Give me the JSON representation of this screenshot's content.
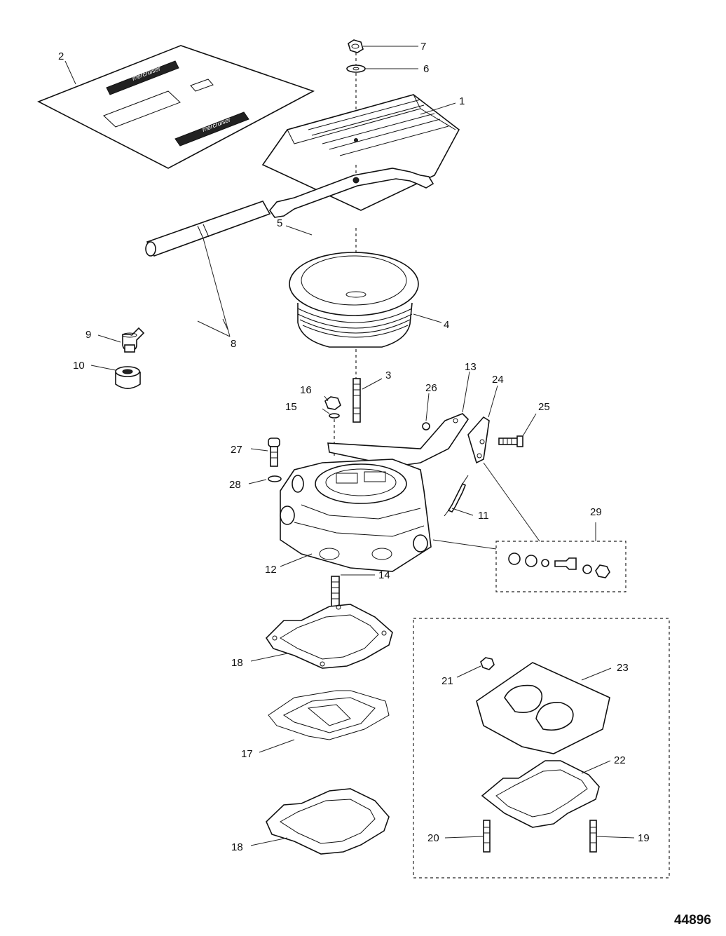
{
  "figure_number": "44896",
  "brand_text": "mercruiser",
  "callouts": [
    "1",
    "2",
    "3",
    "4",
    "5",
    "6",
    "7",
    "8",
    "9",
    "10",
    "11",
    "12",
    "13",
    "14",
    "15",
    "16",
    "17",
    "18",
    "18",
    "19",
    "20",
    "21",
    "22",
    "23",
    "24",
    "25",
    "26",
    "27",
    "28",
    "29"
  ]
}
